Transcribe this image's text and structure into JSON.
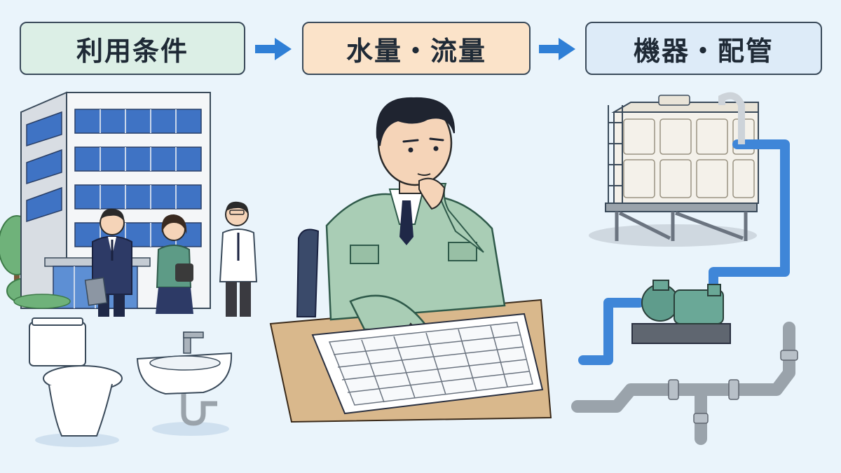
{
  "flow": {
    "steps": [
      {
        "label": "利用条件"
      },
      {
        "label": "水量・流量"
      },
      {
        "label": "機器・配管"
      }
    ]
  },
  "colors": {
    "step1_fill": "#dcefe6",
    "step2_fill": "#fbe3c9",
    "step3_fill": "#ddebf8",
    "arrow": "#2f7fd6",
    "blue_pipe": "#3f86d8",
    "grey_pipe": "#9aa3ab",
    "jacket": "#a9cdb5",
    "background": "#eaf4fb"
  },
  "icons": [
    "office-building-icon",
    "people-icon",
    "toilet-icon",
    "washbasin-icon",
    "engineer-icon",
    "flow-table-icon",
    "water-tank-icon",
    "pump-icon",
    "pipe-icon"
  ]
}
